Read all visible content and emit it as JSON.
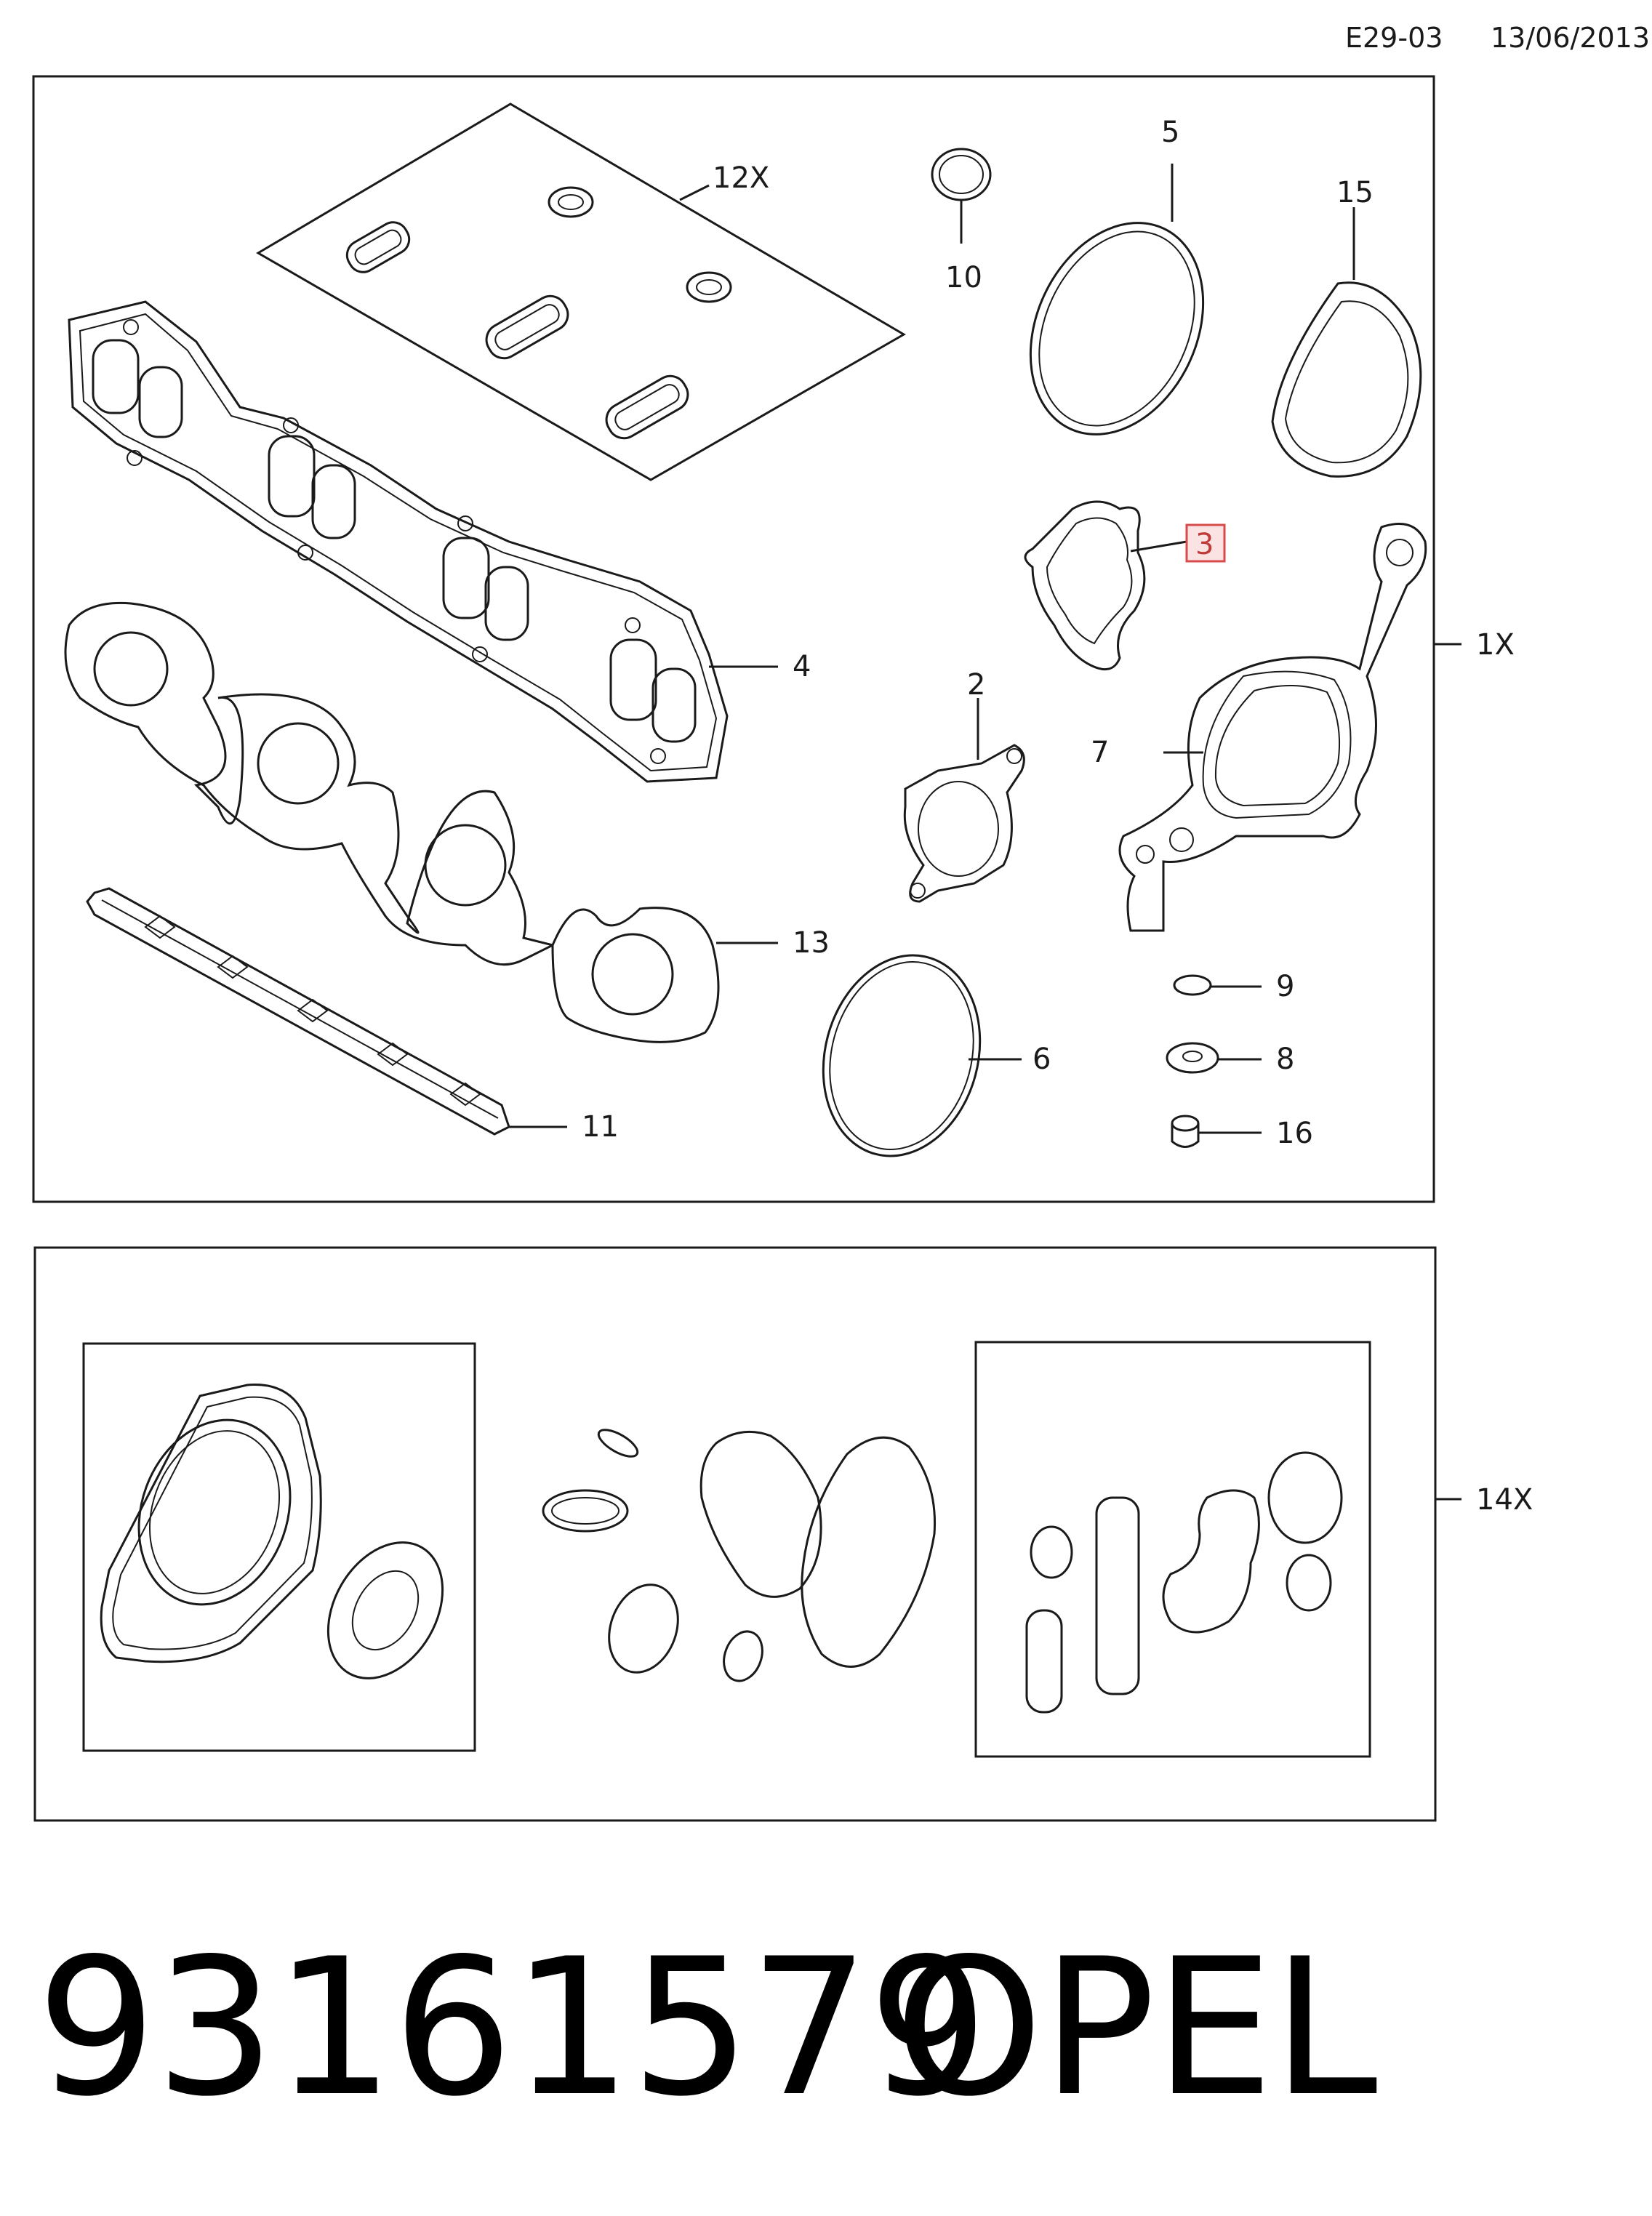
{
  "header": {
    "code": "E29-03",
    "date": "13/06/2013"
  },
  "footer": {
    "part_number": "93161579",
    "brand": "OPEL"
  },
  "callouts": {
    "kit_upper": "1X",
    "kit_lower": "14X",
    "p2": "2",
    "p3": "3",
    "p4": "4",
    "p5": "5",
    "p6": "6",
    "p7": "7",
    "p8": "8",
    "p9": "9",
    "p10": "10",
    "p11": "11",
    "p12": "12X",
    "p13": "13",
    "p15": "15",
    "p16": "16"
  },
  "highlight_color": "#d94a4a"
}
